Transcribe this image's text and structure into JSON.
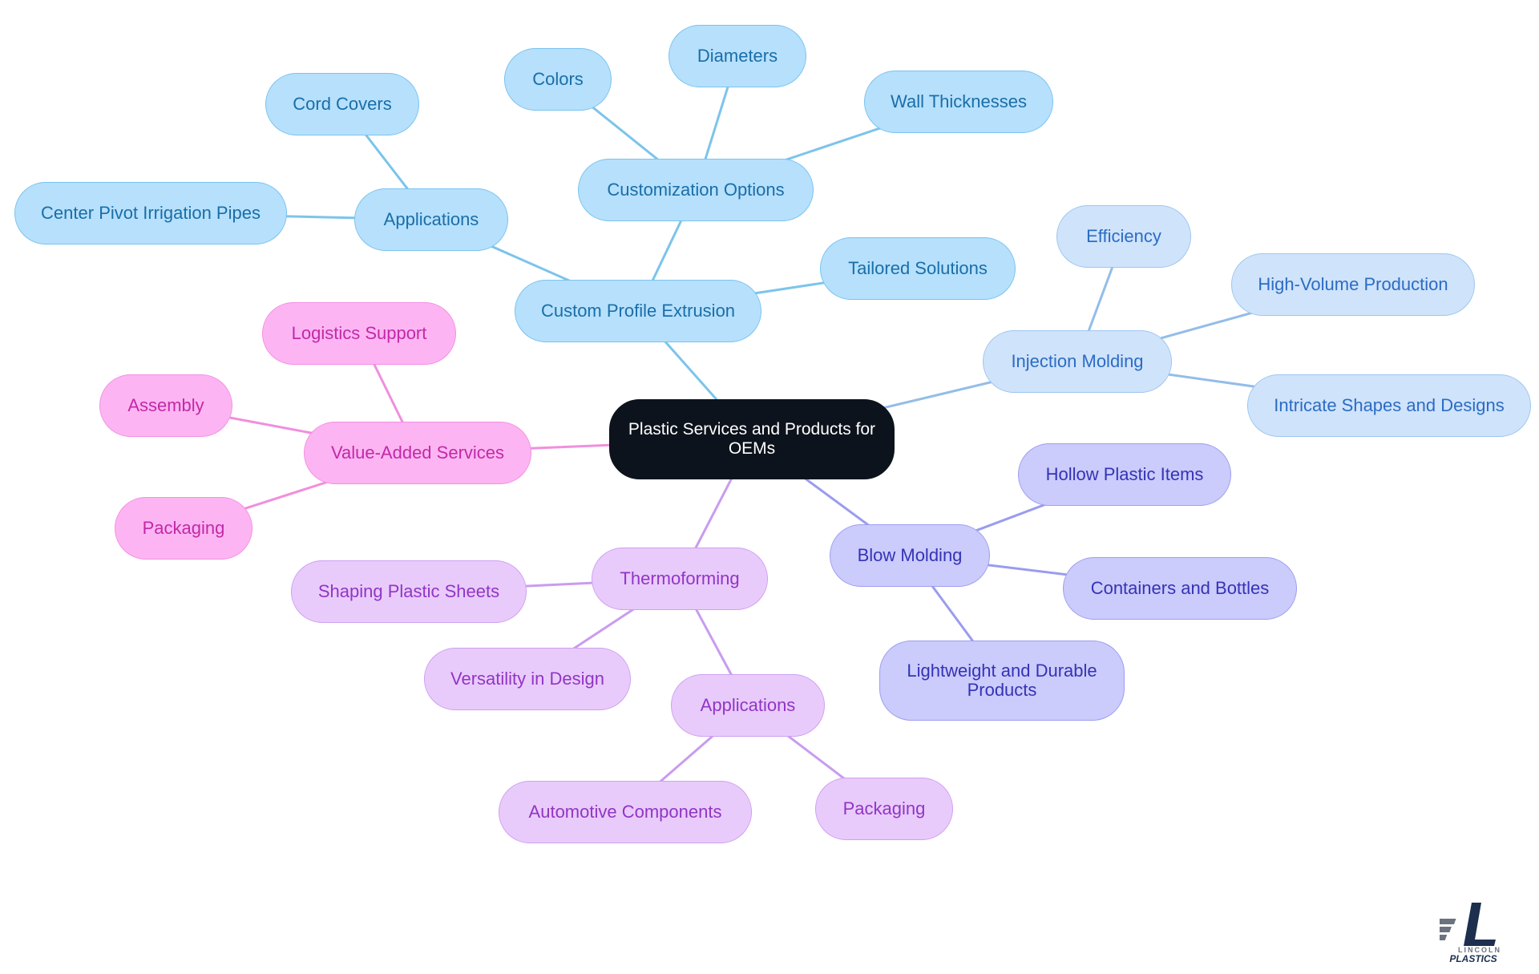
{
  "root": {
    "label": "Plastic Services and Products for OEMs",
    "color": "#0d131c"
  },
  "branches": {
    "custom_profile_extrusion": {
      "label": "Custom Profile Extrusion",
      "fill": "#b6e0fc",
      "border": "#7ac3ef",
      "text": "#1a6ea8",
      "line": "#7cc4ea",
      "customization_options": {
        "label": "Customization Options",
        "colors": "Colors",
        "diameters": "Diameters",
        "wall_thicknesses": "Wall Thicknesses"
      },
      "applications": {
        "label": "Applications",
        "cord_covers": "Cord Covers",
        "center_pivot": "Center Pivot Irrigation Pipes"
      },
      "tailored_solutions": "Tailored Solutions"
    },
    "injection_molding": {
      "label": "Injection Molding",
      "fill": "#cfe3fb",
      "border": "#9ec6ef",
      "text": "#2b6cc4",
      "line": "#93bde8",
      "efficiency": "Efficiency",
      "high_volume": "High-Volume Production",
      "intricate": "Intricate Shapes and Designs"
    },
    "blow_molding": {
      "label": "Blow Molding",
      "fill": "#cbcbfc",
      "border": "#9e9ef0",
      "text": "#3433b5",
      "line": "#9a9cee",
      "hollow": "Hollow Plastic Items",
      "containers": "Containers and Bottles",
      "lightweight": "Lightweight and Durable Products"
    },
    "thermoforming": {
      "label": "Thermoforming",
      "fill": "#e8cbfb",
      "border": "#cfa0f2",
      "text": "#9235c4",
      "line": "#c99cef",
      "shaping": "Shaping Plastic Sheets",
      "versatility": "Versatility in Design",
      "applications": {
        "label": "Applications",
        "automotive": "Automotive Components",
        "packaging": "Packaging"
      }
    },
    "value_added_services": {
      "label": "Value-Added Services",
      "fill": "#fcb5f2",
      "border": "#f38fe4",
      "text": "#c229a8",
      "line": "#f08fdd",
      "logistics": "Logistics Support",
      "assembly": "Assembly",
      "packaging": "Packaging"
    }
  },
  "logo": {
    "name": "lincoln-plastics-logo",
    "line1": "LINCOLN",
    "line2": "PLASTICS",
    "color": "#1c2f4f"
  }
}
